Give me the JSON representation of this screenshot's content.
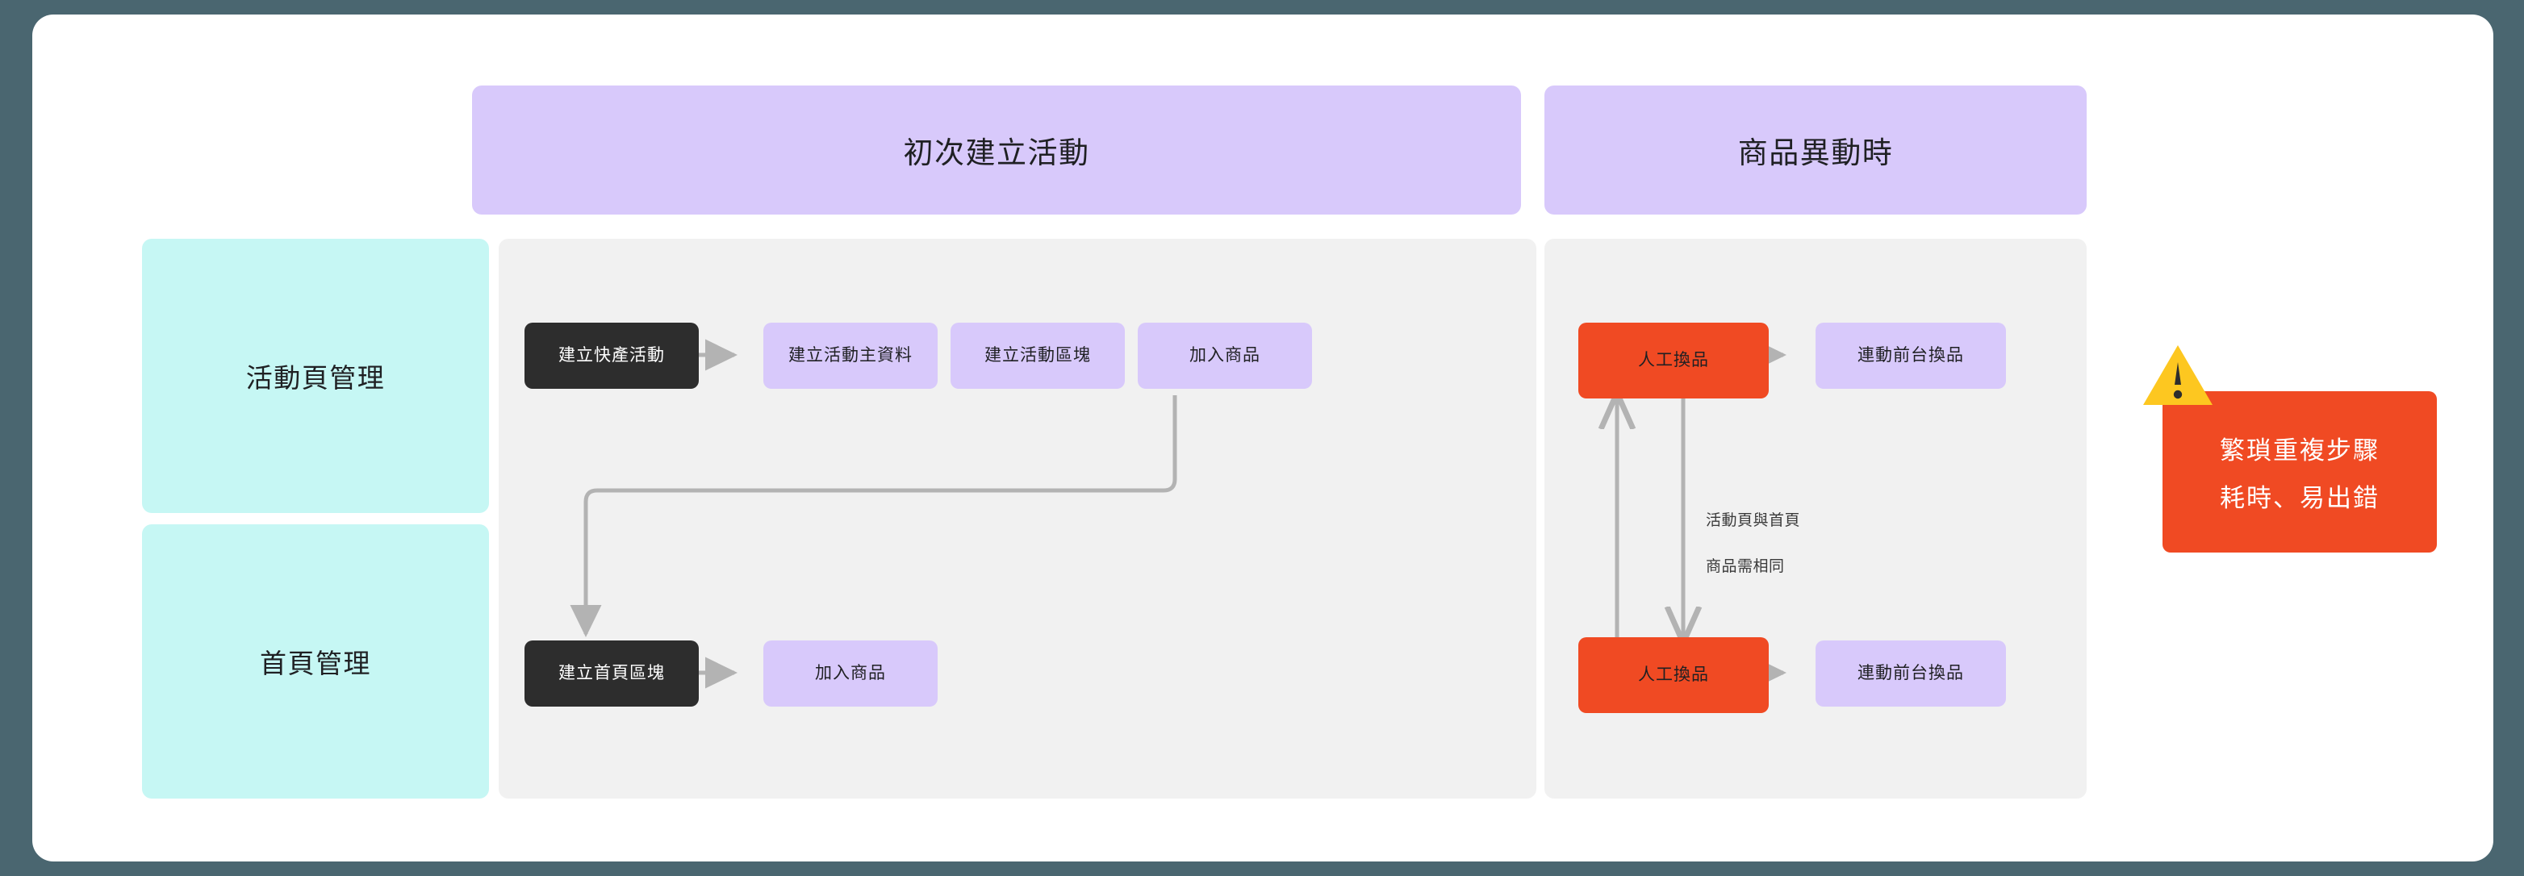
{
  "theme": {
    "page_background": "#4a6670",
    "card_background": "#ffffff",
    "lavender": "#d8c9fb",
    "mint": "#c6f7f4",
    "panel_grey": "#f1f1f1",
    "dark": "#2d2d2d",
    "orange": "#f04a23",
    "warning_yellow": "#fdc720",
    "connector_grey": "#b3b3b3"
  },
  "phases": [
    {
      "label": "初次建立活動"
    },
    {
      "label": "商品異動時"
    }
  ],
  "rows": [
    {
      "label": "活動頁管理"
    },
    {
      "label": "首頁管理"
    }
  ],
  "nodes": {
    "create_quick_campaign": "建立快產活動",
    "create_campaign_master": "建立活動主資料",
    "create_campaign_block": "建立活動區塊",
    "add_product_campaign": "加入商品",
    "create_home_block": "建立首頁區塊",
    "add_product_home": "加入商品",
    "manual_swap_top": "人工換品",
    "sync_front_swap_top": "連動前台換品",
    "manual_swap_bottom": "人工換品",
    "sync_front_swap_bottom": "連動前台換品"
  },
  "annotations": {
    "sync_note_line1": "活動頁與首頁",
    "sync_note_line2": "商品需相同"
  },
  "callout": {
    "icon": "warning-triangle-icon",
    "line1": "繁瑣重複步驟",
    "line2": "耗時、易出錯"
  }
}
